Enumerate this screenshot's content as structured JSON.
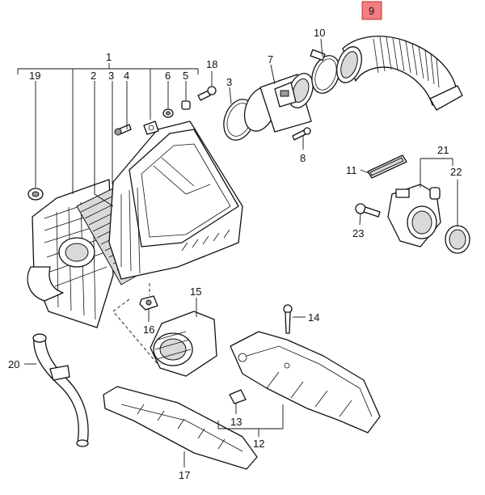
{
  "labels": {
    "l1": "1",
    "l2": "2",
    "l3a": "3",
    "l3b": "3",
    "l4": "4",
    "l5": "5",
    "l6": "6",
    "l7": "7",
    "l8": "8",
    "l9": "9",
    "l10": "10",
    "l11": "11",
    "l12": "12",
    "l13": "13",
    "l14": "14",
    "l15": "15",
    "l16": "16",
    "l17": "17",
    "l18": "18",
    "l19": "19",
    "l20": "20",
    "l21": "21",
    "l22": "22",
    "l23": "23"
  },
  "highlight_color": "#f27d82"
}
